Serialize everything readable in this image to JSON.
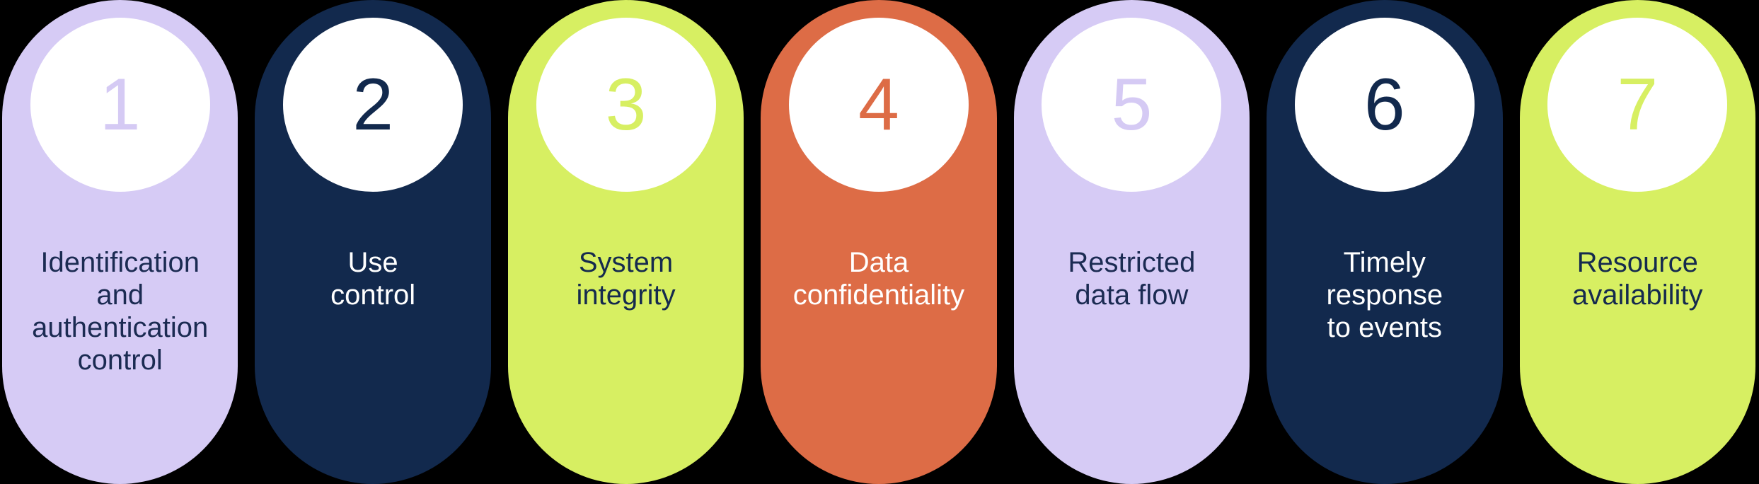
{
  "background_color": "#000000",
  "circle_color": "#ffffff",
  "themes": {
    "lavender": {
      "pill": "#d6cbf5",
      "number": "#d5caf4",
      "text": "#1b2b52"
    },
    "navy": {
      "pill": "#12294d",
      "number": "#12294d",
      "text": "#ffffff"
    },
    "lime": {
      "pill": "#d7ef62",
      "number": "#d7ef62",
      "text": "#152a4e"
    },
    "orange": {
      "pill": "#dd6c46",
      "number": "#dd6c46",
      "text": "#ffffff"
    }
  },
  "steps": [
    {
      "number": "1",
      "label": "Identification\nand\nauthentication\ncontrol",
      "theme": "lavender"
    },
    {
      "number": "2",
      "label": "Use\ncontrol",
      "theme": "navy"
    },
    {
      "number": "3",
      "label": "System\nintegrity",
      "theme": "lime"
    },
    {
      "number": "4",
      "label": "Data\nconfidentiality",
      "theme": "orange"
    },
    {
      "number": "5",
      "label": "Restricted\ndata flow",
      "theme": "lavender"
    },
    {
      "number": "6",
      "label": "Timely\nresponse\nto events",
      "theme": "navy"
    },
    {
      "number": "7",
      "label": "Resource\navailability",
      "theme": "lime"
    }
  ]
}
